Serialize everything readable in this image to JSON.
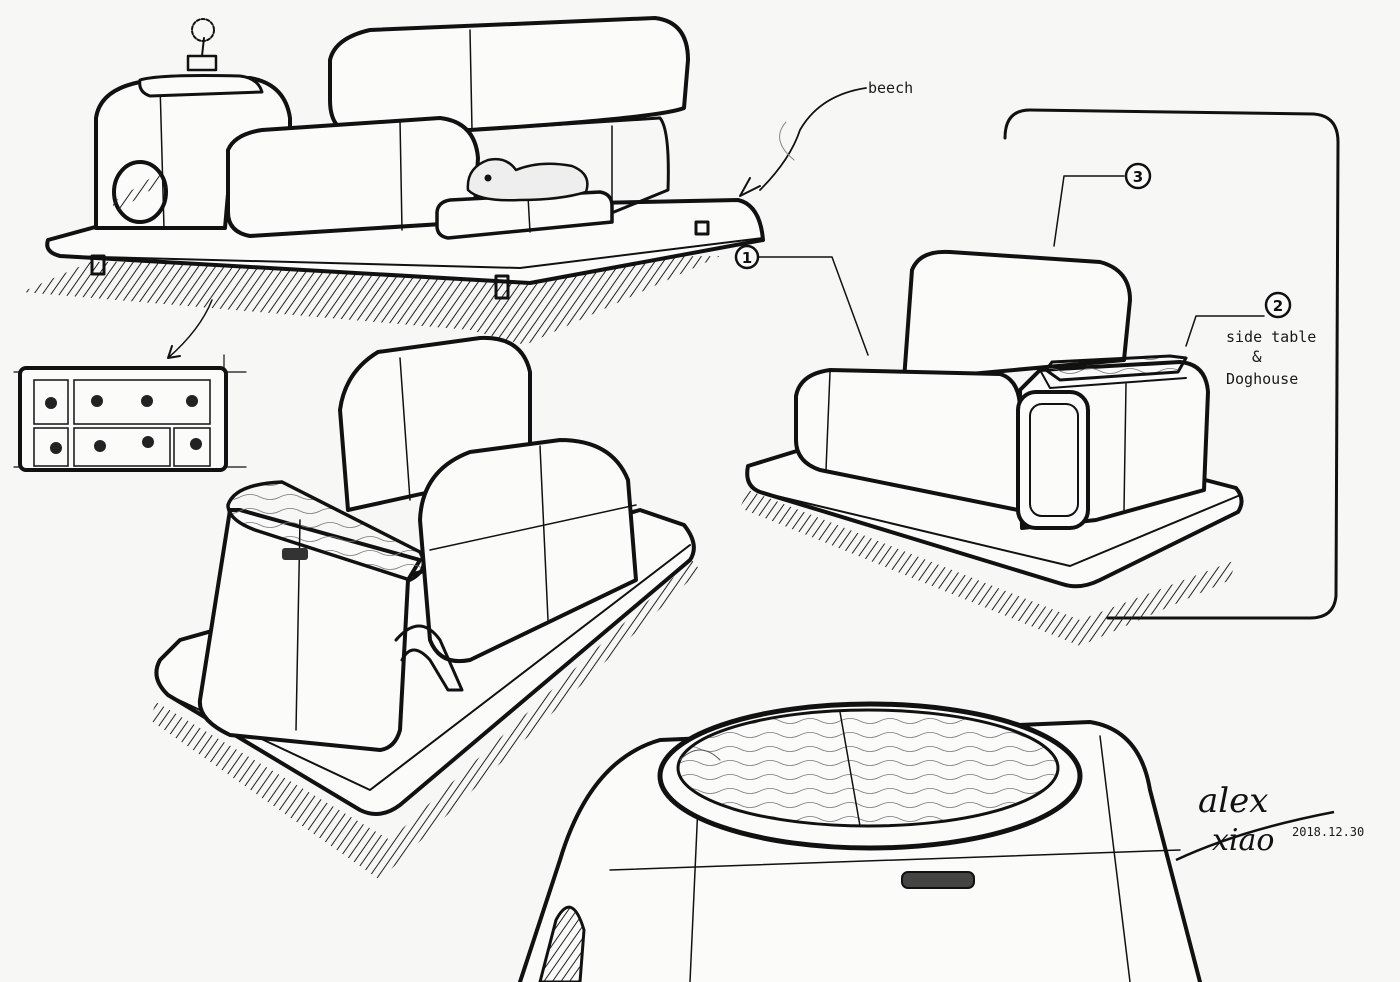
{
  "annotations": {
    "material_label": "beech",
    "callout_1": "1",
    "callout_2": "2",
    "callout_3": "3",
    "side_table_line1": "side table",
    "side_table_amp": "&",
    "side_table_line2": "Doghouse"
  },
  "signature": {
    "name_top": "alex",
    "name_bottom": "xiao",
    "date": "2018.12.30"
  }
}
